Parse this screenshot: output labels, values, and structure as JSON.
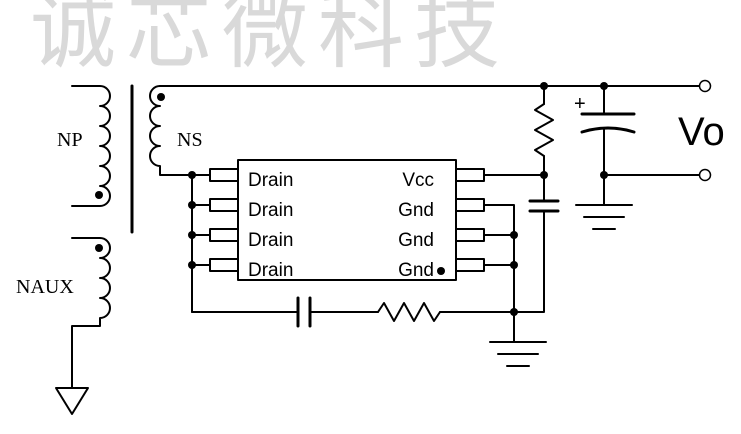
{
  "watermark": "诚芯微科技",
  "labels": {
    "np": "NP",
    "ns": "NS",
    "naux": "NAUX",
    "vo": "Vo",
    "plus": "+"
  },
  "ic": {
    "left_pins": [
      "Drain",
      "Drain",
      "Drain",
      "Drain"
    ],
    "right_pins": [
      "Vcc",
      "Gnd",
      "Gnd",
      "Gnd"
    ]
  }
}
